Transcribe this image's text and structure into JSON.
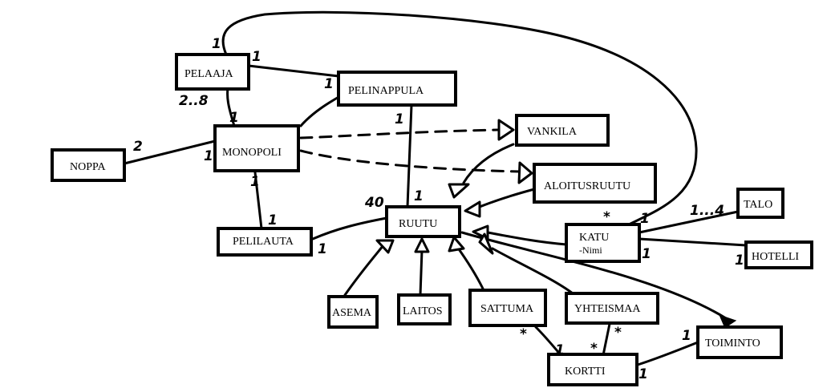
{
  "diagram": {
    "classes": {
      "pelaaja": "PELAAJA",
      "pelinappula": "PELINAPPULA",
      "noppa": "NOPPA",
      "monopoli": "MONOPOLI",
      "vankila": "VANKILA",
      "aloitusruutu": "ALOITUSRUUTU",
      "talo": "TALO",
      "pelilauta": "PELILAUTA",
      "ruutu": "RUUTU",
      "katu": "KATU",
      "katu_attr": "-Nimi",
      "hotelli": "HOTELLI",
      "asema": "ASEMA",
      "laitos": "LAITOS",
      "sattuma": "SATTUMA",
      "yhteismaa": "YHTEISMAA",
      "toiminto": "TOIMINTO",
      "kortti": "KORTTI"
    },
    "multiplicities": {
      "pelaaja_katu_top": "1",
      "pelaaja_pelinappula": "1",
      "pelinappula_pelaaja": "1",
      "pelaaja_monopoli": "2..8",
      "monopoli_pelinappula": "1",
      "pelinappula_ruutu": "1",
      "noppa_monopoli": "2",
      "monopoli_noppa": "1",
      "monopoli_pelilauta": "1",
      "pelilauta_monopoli": "1",
      "ruutu_pelilauta": "40",
      "ruutu_pelinappula": "1",
      "pelilauta_ruutu": "1",
      "katu_pelaaja": "*",
      "katu_right_top": "1",
      "talo_multi": "1...4",
      "katu_hotelli": "1",
      "hotelli_katu": "1",
      "sattuma_kortti": "*",
      "kortti_sattuma": "1",
      "kortti_yhteismaa": "*",
      "yhteismaa_kortti": "*",
      "toiminto_kortti": "1",
      "kortti_toiminto": "1"
    }
  }
}
